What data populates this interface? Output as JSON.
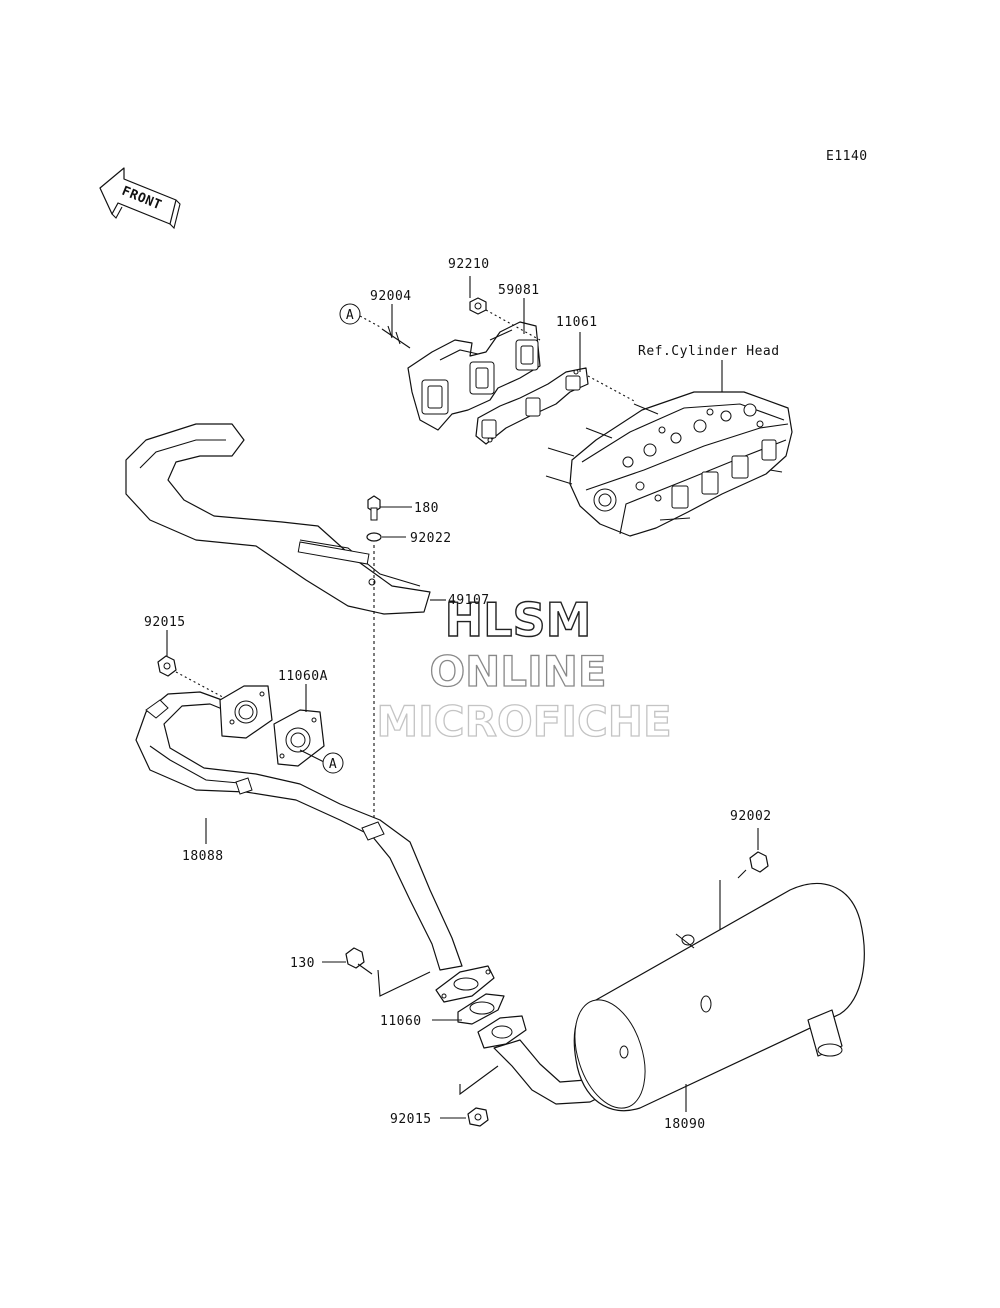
{
  "diagram_code": "E1140",
  "front_label": "FRONT",
  "watermark": {
    "line1": "HLSM",
    "line2": "ONLINE",
    "line3": "MICROFICHE"
  },
  "reference_label": "Ref.Cylinder Head",
  "callout_marker": "A",
  "parts": {
    "p92210": "92210",
    "p92004": "92004",
    "p59081": "59081",
    "p11061": "11061",
    "p180": "180",
    "p92022": "92022",
    "p49107": "49107",
    "p92015a": "92015",
    "p11060a": "11060A",
    "p18088": "18088",
    "p92002": "92002",
    "p130": "130",
    "p11060": "11060",
    "p92015b": "92015",
    "p18090": "18090"
  }
}
